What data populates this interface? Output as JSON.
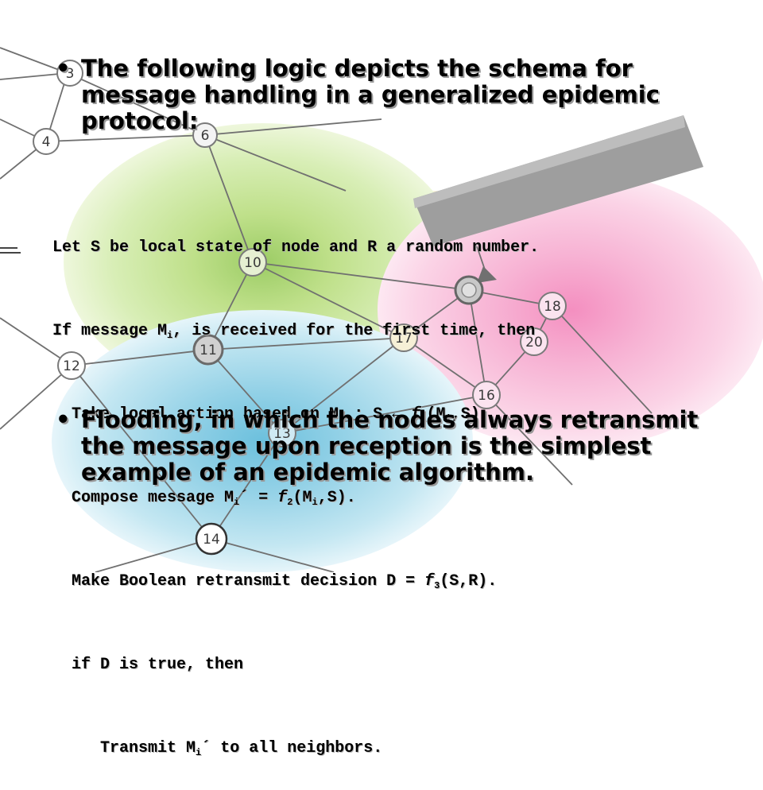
{
  "bullets": [
    {
      "marker": "•",
      "text": "The following logic depicts the schema for message handling in a generalized epidemic protocol:"
    },
    {
      "marker": "•",
      "text": "Flooding, in which the nodes always retransmit the message upon reception is the simplest example of an epidemic algorithm."
    }
  ],
  "code": {
    "line1": "Let S be local state of node and R a random number.",
    "line2": {
      "a": "If message M",
      "sub": "i",
      "b": ", is received for the first time, then"
    },
    "line3": {
      "a": "  Take local action based on M",
      "sub1": "i",
      "b": " : S ",
      "arrow": "←",
      "fn": " f",
      "sub2": "1",
      "c": "(M",
      "sub3": "i",
      "d": ",S)."
    },
    "line4": {
      "a": "  Compose message M",
      "sub1": "i",
      "b": "´ = ",
      "fn": "f",
      "sub2": "2",
      "c": "(M",
      "sub3": "i",
      "d": ",S)."
    },
    "line5": {
      "a": "  Make Boolean retransmit decision D = ",
      "fn": "f",
      "sub": "3",
      "b": "(S,R)."
    },
    "line6": "  if D is true, then",
    "line7": {
      "a": "     Transmit M",
      "sub": "i",
      "b": "´ to all neighbors."
    }
  },
  "network_nodes": [
    "3",
    "4",
    "6",
    "10",
    "11",
    "12",
    "13",
    "14",
    "16",
    "17",
    "18",
    "20"
  ],
  "colors": {
    "green_zone": "#cfe8a6",
    "pink_zone": "#f6b3d2",
    "blue_zone": "#9fd3e8",
    "beige_zone": "#f3ecc7",
    "edge": "#707070"
  }
}
